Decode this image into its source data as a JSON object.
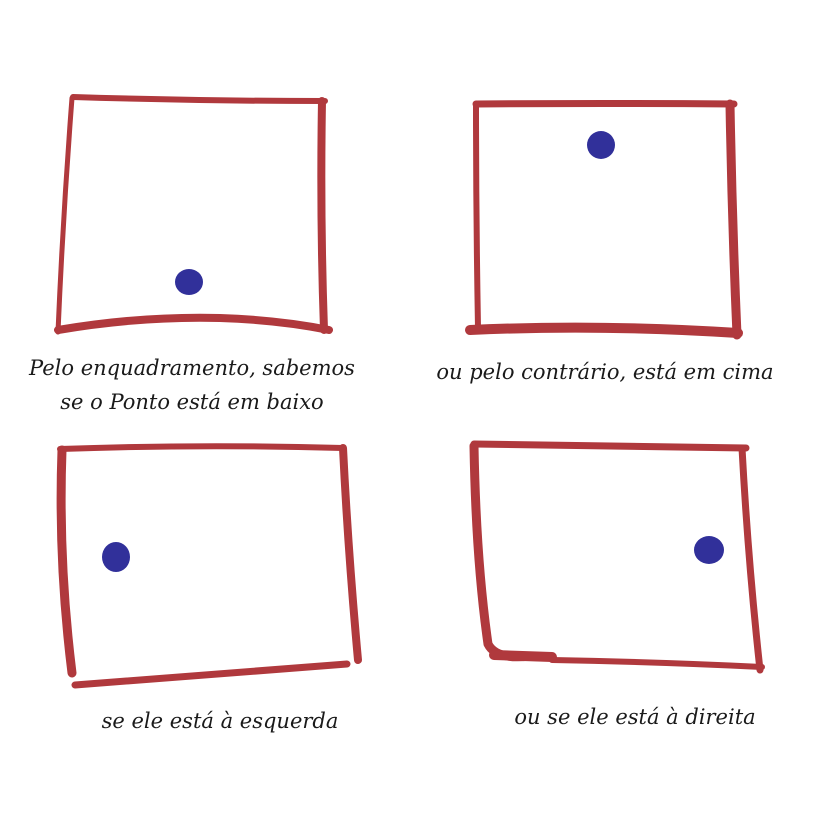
{
  "colors": {
    "frame": "#b0393d",
    "dot": "#31309a",
    "text": "#1a1a1a",
    "background": "#ffffff"
  },
  "panels": [
    {
      "id": "bottom",
      "caption_lines": [
        "Pelo enquadramento, sabemos",
        "se o Ponto está em baixo"
      ],
      "dot_position": "bottom"
    },
    {
      "id": "top",
      "caption_lines": [
        "ou pelo contrário, está em cima"
      ],
      "dot_position": "top"
    },
    {
      "id": "left",
      "caption_lines": [
        "se ele está à esquerda"
      ],
      "dot_position": "left"
    },
    {
      "id": "right",
      "caption_lines": [
        "ou se ele está à direita"
      ],
      "dot_position": "right"
    }
  ]
}
